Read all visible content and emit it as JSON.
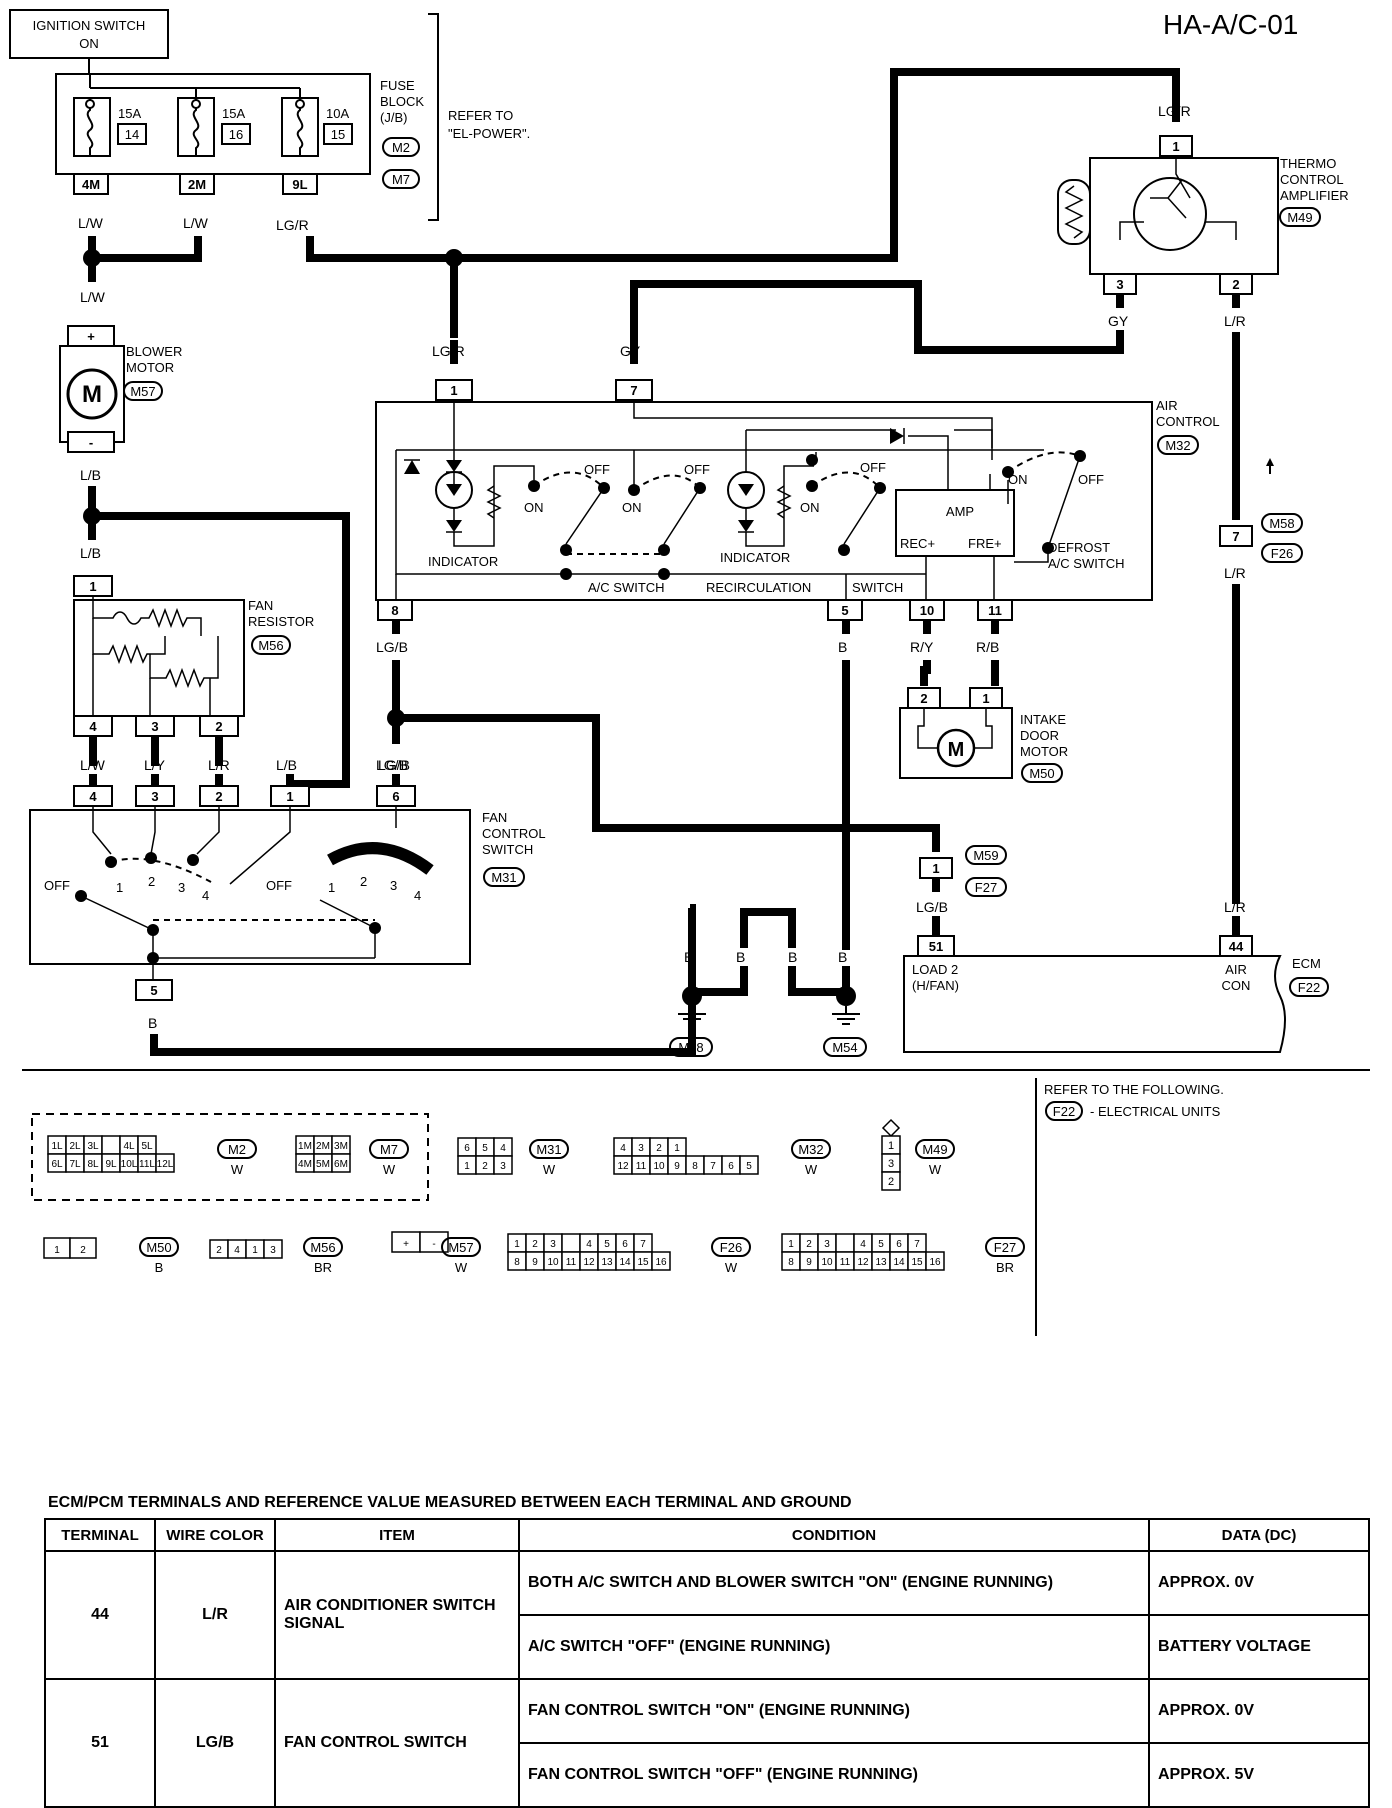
{
  "page_id": "HA-A/C-01",
  "ignition": {
    "line1": "IGNITION SWITCH",
    "line2": "ON"
  },
  "fuse_block": {
    "label": [
      "FUSE",
      "BLOCK",
      "(J/B)"
    ],
    "refer": [
      "REFER TO",
      "\"EL-POWER\"."
    ],
    "connectors": [
      "M2",
      "M7"
    ],
    "fuses": [
      {
        "amp": "15A",
        "num": "14",
        "terminal": "4M",
        "wire": "L/W"
      },
      {
        "amp": "15A",
        "num": "16",
        "terminal": "2M",
        "wire": "L/W"
      },
      {
        "amp": "10A",
        "num": "15",
        "terminal": "9L",
        "wire": "LG/R"
      }
    ]
  },
  "blower_motor": {
    "label": [
      "BLOWER",
      "MOTOR"
    ],
    "connector": "M57",
    "wire_in": "L/W",
    "wire_out": "L/B",
    "wire_mid": "L/B"
  },
  "fan_resistor": {
    "label": [
      "FAN",
      "RESISTOR"
    ],
    "connector": "M56",
    "pin_top": "1",
    "pins": [
      "4",
      "3",
      "2"
    ]
  },
  "thermo": {
    "label": [
      "THERMO",
      "CONTROL",
      "AMPLIFIER"
    ],
    "connector": "M49",
    "pin_top": "1",
    "pin_left": "3",
    "pin_right": "2",
    "wire_top": "LG/R",
    "wire_left": "GY",
    "wire_right": "L/R"
  },
  "air_control": {
    "label": [
      "AIR",
      "CONTROL"
    ],
    "connector": "M32",
    "pins_top": [
      {
        "pin": "1",
        "wire": "LG/R"
      },
      {
        "pin": "7",
        "wire": "GY"
      }
    ],
    "pin8": {
      "pin": "8",
      "wire": "LG/B"
    },
    "pin5": {
      "pin": "5",
      "wire": "B"
    },
    "pin10": {
      "pin": "10",
      "wire": "R/Y"
    },
    "pin11": {
      "pin": "11",
      "wire": "R/B"
    },
    "labels": {
      "off": "OFF",
      "on": "ON",
      "indicator": "INDICATOR",
      "ac_switch": "A/C SWITCH",
      "recirc": "RECIRCULATION",
      "switch": "SWITCH",
      "amp": "AMP",
      "rec": "REC+",
      "fre": "FRE+",
      "defrost1": "DEFROST",
      "defrost2": "A/C SWITCH"
    }
  },
  "intake_motor": {
    "label": [
      "INTAKE",
      "DOOR",
      "MOTOR"
    ],
    "connector": "M50",
    "pins": [
      "2",
      "1"
    ]
  },
  "fan_control": {
    "label": [
      "FAN",
      "CONTROL",
      "SWITCH"
    ],
    "connector": "M31",
    "pins": [
      {
        "pin": "4",
        "wire": "L/W"
      },
      {
        "pin": "3",
        "wire": "L/Y"
      },
      {
        "pin": "2",
        "wire": "L/R"
      },
      {
        "pin": "1",
        "wire": "L/B"
      },
      {
        "pin": "6",
        "wire": "LG/B"
      }
    ],
    "pin5": {
      "pin": "5",
      "wire": "B"
    },
    "positions": [
      "OFF",
      "1",
      "2",
      "3",
      "4"
    ]
  },
  "joint": {
    "wire_in": "LG/B",
    "connectors": [
      "M59",
      "F27"
    ],
    "pin": "1",
    "wire_out": "LG/B"
  },
  "joint2": {
    "connectors": [
      "M58",
      "F26"
    ],
    "pin": "7",
    "wire": "L/R"
  },
  "grounds": {
    "wires": [
      "B",
      "B",
      "B",
      "B"
    ],
    "left": "M28",
    "right": "M54"
  },
  "ecm": {
    "label": "ECM",
    "connector": "F22",
    "pin51": "51",
    "pin44": "44",
    "load": [
      "LOAD 2",
      "(H/FAN)"
    ],
    "aircon": [
      "AIR",
      "CON"
    ],
    "wire51": "LG/B",
    "wire44": "L/R"
  },
  "refer_note": {
    "line1": "REFER TO THE FOLLOWING.",
    "connector": "F22",
    "line2": "- ELECTRICAL UNITS"
  },
  "connector_views": [
    {
      "id": "M2",
      "color": "W",
      "row1": [
        "1L",
        "2L",
        "3L",
        "",
        "4L",
        "5L"
      ],
      "row2": [
        "6L",
        "7L",
        "8L",
        "9L",
        "10L",
        "11L",
        "12L"
      ]
    },
    {
      "id": "M7",
      "color": "W",
      "row1": [
        "1M",
        "2M",
        "3M"
      ],
      "row2": [
        "4M",
        "5M",
        "6M"
      ]
    },
    {
      "id": "M31",
      "color": "W",
      "row1": [
        "6",
        "5",
        "4"
      ],
      "row2": [
        "1",
        "2",
        "3"
      ]
    },
    {
      "id": "M32",
      "color": "W",
      "row1": [
        "4",
        "3",
        "2",
        "1"
      ],
      "row2": [
        "12",
        "11",
        "10",
        "9",
        "8",
        "7",
        "6",
        "5"
      ]
    },
    {
      "id": "M49",
      "color": "W",
      "cells": [
        "1",
        "3",
        "2"
      ]
    },
    {
      "id": "M50",
      "color": "B",
      "row1": [
        "1",
        "2"
      ]
    },
    {
      "id": "M56",
      "color": "BR",
      "row1": [
        "2",
        "4",
        "1",
        "3"
      ]
    },
    {
      "id": "M57",
      "color": "W",
      "row1": [
        "+",
        "-"
      ]
    },
    {
      "id": "F26",
      "color": "W",
      "row1": [
        "1",
        "2",
        "3",
        "",
        "4",
        "5",
        "6",
        "7"
      ],
      "row2": [
        "8",
        "9",
        "10",
        "11",
        "12",
        "13",
        "14",
        "15",
        "16"
      ]
    },
    {
      "id": "F27",
      "color": "BR",
      "row1": [
        "1",
        "2",
        "3",
        "",
        "4",
        "5",
        "6",
        "7"
      ],
      "row2": [
        "8",
        "9",
        "10",
        "11",
        "12",
        "13",
        "14",
        "15",
        "16"
      ]
    }
  ],
  "table": {
    "title": "ECM/PCM TERMINALS AND REFERENCE VALUE MEASURED BETWEEN EACH TERMINAL AND GROUND",
    "headers": [
      "TERMINAL",
      "WIRE COLOR",
      "ITEM",
      "CONDITION",
      "DATA (DC)"
    ],
    "rows": [
      {
        "terminal": "44",
        "wire": "L/R",
        "item": "AIR CONDITIONER SWITCH SIGNAL",
        "conditions": [
          {
            "condition": "BOTH A/C SWITCH AND BLOWER SWITCH \"ON\" (ENGINE RUNNING)",
            "data": "APPROX. 0V"
          },
          {
            "condition": "A/C SWITCH \"OFF\" (ENGINE RUNNING)",
            "data": "BATTERY VOLTAGE"
          }
        ]
      },
      {
        "terminal": "51",
        "wire": "LG/B",
        "item": "FAN CONTROL SWITCH",
        "conditions": [
          {
            "condition": "FAN CONTROL SWITCH \"ON\" (ENGINE RUNNING)",
            "data": "APPROX. 0V"
          },
          {
            "condition": "FAN CONTROL SWITCH \"OFF\" (ENGINE RUNNING)",
            "data": "APPROX. 5V"
          }
        ]
      }
    ]
  }
}
